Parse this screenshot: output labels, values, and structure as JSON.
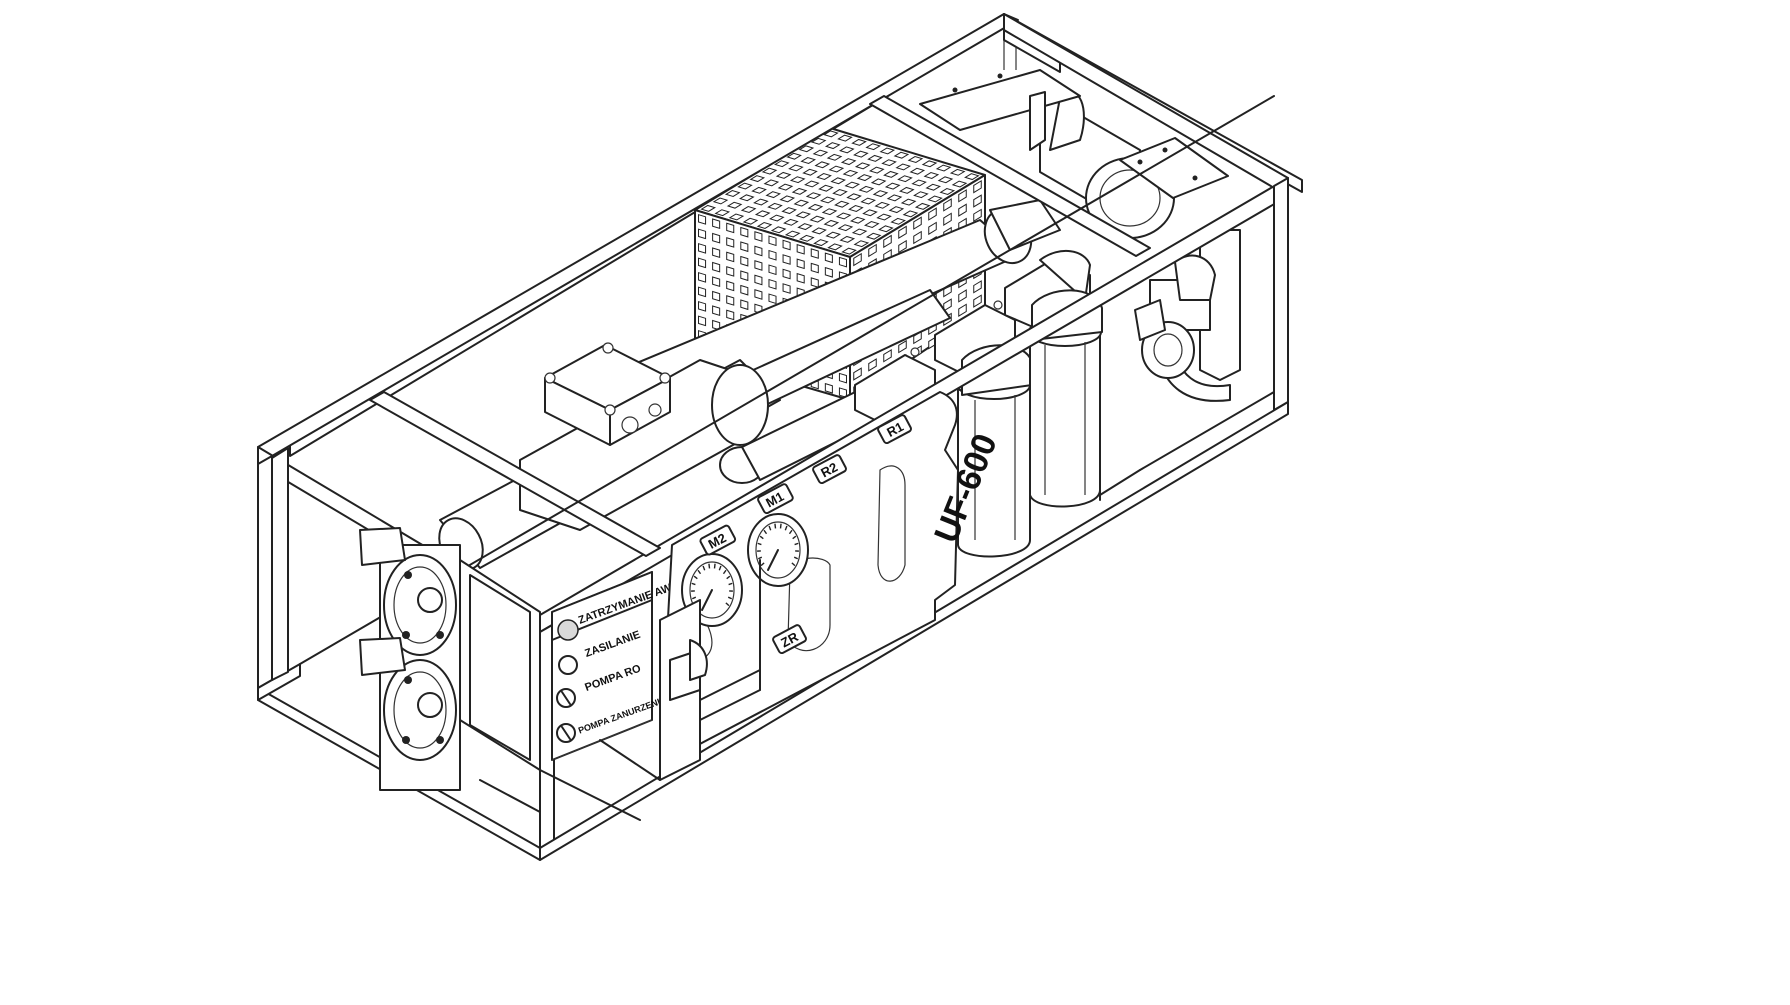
{
  "figure": {
    "model_label": "UF-600",
    "control_panel": {
      "emergency_stop": "ZATRZYMANIE AWARYJNE",
      "power": "ZASILANIE",
      "ro_pump": "POMPA RO",
      "submersible_pump": "POMPA ZANURZENIOWA"
    },
    "gauges": {
      "m1": "M1",
      "m2": "M2"
    },
    "flowmeters": {
      "r1": "R1",
      "r2": "R2"
    },
    "valve": {
      "zr": "ZR"
    },
    "colors": {
      "line": "#222222",
      "fill": "#ffffff",
      "button": "#d9d9d9"
    }
  }
}
